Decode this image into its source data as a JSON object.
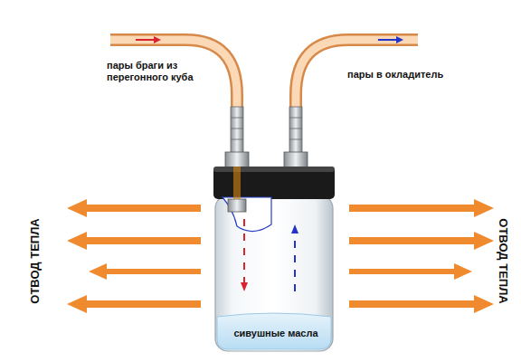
{
  "diagram": {
    "labels": [
      "пары браги из перегонного куба",
      "пары в окладитель",
      "ОТВОД ТЕПЛА",
      "ОТВОД ТЕПЛА",
      "сивушные масла"
    ]
  }
}
